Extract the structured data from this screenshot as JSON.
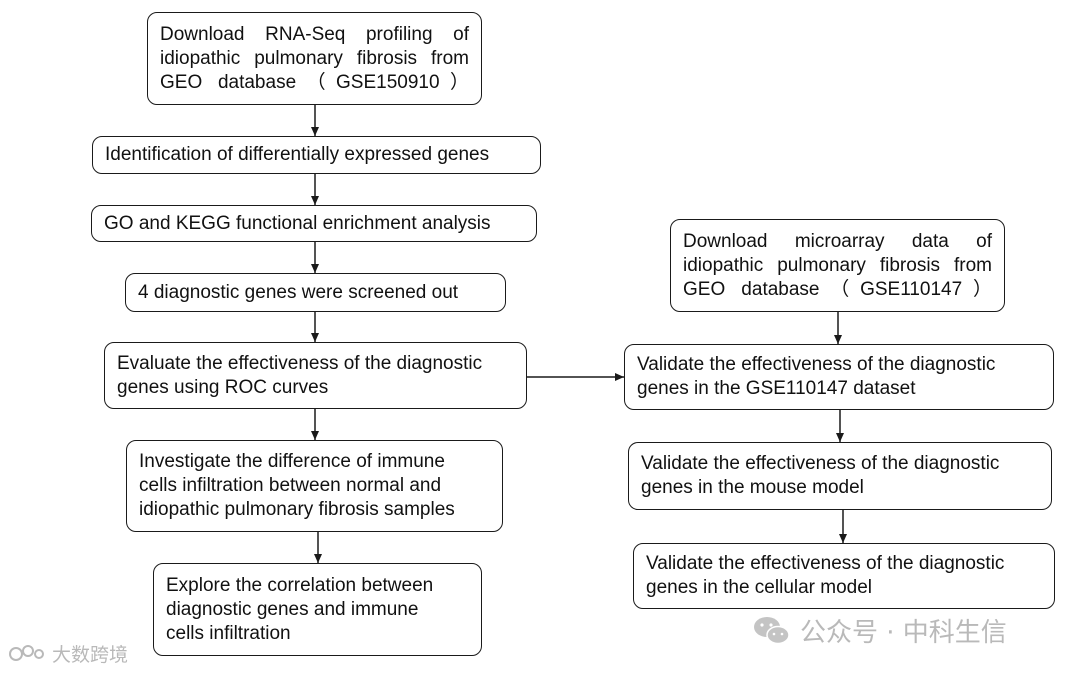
{
  "boxes": {
    "download_rnaseq": [
      "Download RNA-Seq profiling of",
      "idiopathic pulmonary fibrosis from",
      "GEO database（GSE150910）"
    ],
    "deg": [
      "Identification of differentially expressed genes"
    ],
    "go_kegg": [
      "GO and KEGG functional enrichment analysis"
    ],
    "screened": [
      "4 diagnostic genes were screened out"
    ],
    "roc": [
      "Evaluate the effectiveness of the diagnostic",
      "genes using ROC curves"
    ],
    "immune_diff": [
      "Investigate the difference of immune",
      "cells infiltration between normal and",
      "idiopathic pulmonary fibrosis samples"
    ],
    "correlation": [
      "Explore the correlation between",
      "diagnostic genes and immune",
      "cells infiltration"
    ],
    "download_microarray": [
      "Download microarray data of",
      "idiopathic pulmonary fibrosis from",
      "GEO database（GSE110147）"
    ],
    "validate_dataset": [
      "Validate the effectiveness of the diagnostic",
      "genes in the GSE110147 dataset"
    ],
    "validate_mouse": [
      "Validate the effectiveness of the diagnostic",
      "genes in the mouse model"
    ],
    "validate_cellular": [
      "Validate the effectiveness of the diagnostic",
      "genes in the cellular model"
    ]
  },
  "watermarks": {
    "left": "大数跨境",
    "right": "公众号 · 中科生信"
  },
  "colors": {
    "stroke": "#1a1a1a",
    "watermark": "#b9b9b9"
  }
}
